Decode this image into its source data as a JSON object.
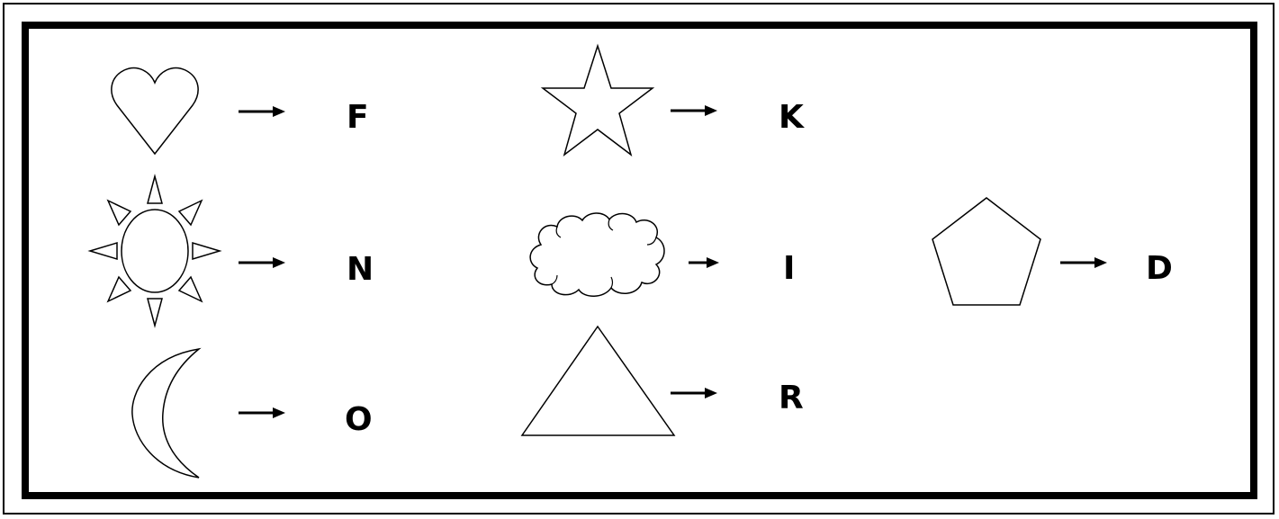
{
  "legend": [
    {
      "symbol": "heart-icon",
      "letter": "F"
    },
    {
      "symbol": "star-icon",
      "letter": "K"
    },
    {
      "symbol": "sun-icon",
      "letter": "N"
    },
    {
      "symbol": "cloud-icon",
      "letter": "I"
    },
    {
      "symbol": "pentagon-icon",
      "letter": "D"
    },
    {
      "symbol": "moon-icon",
      "letter": "O"
    },
    {
      "symbol": "triangle-icon",
      "letter": "R"
    }
  ],
  "colors": {
    "line": "#000000",
    "background": "#ffffff"
  }
}
